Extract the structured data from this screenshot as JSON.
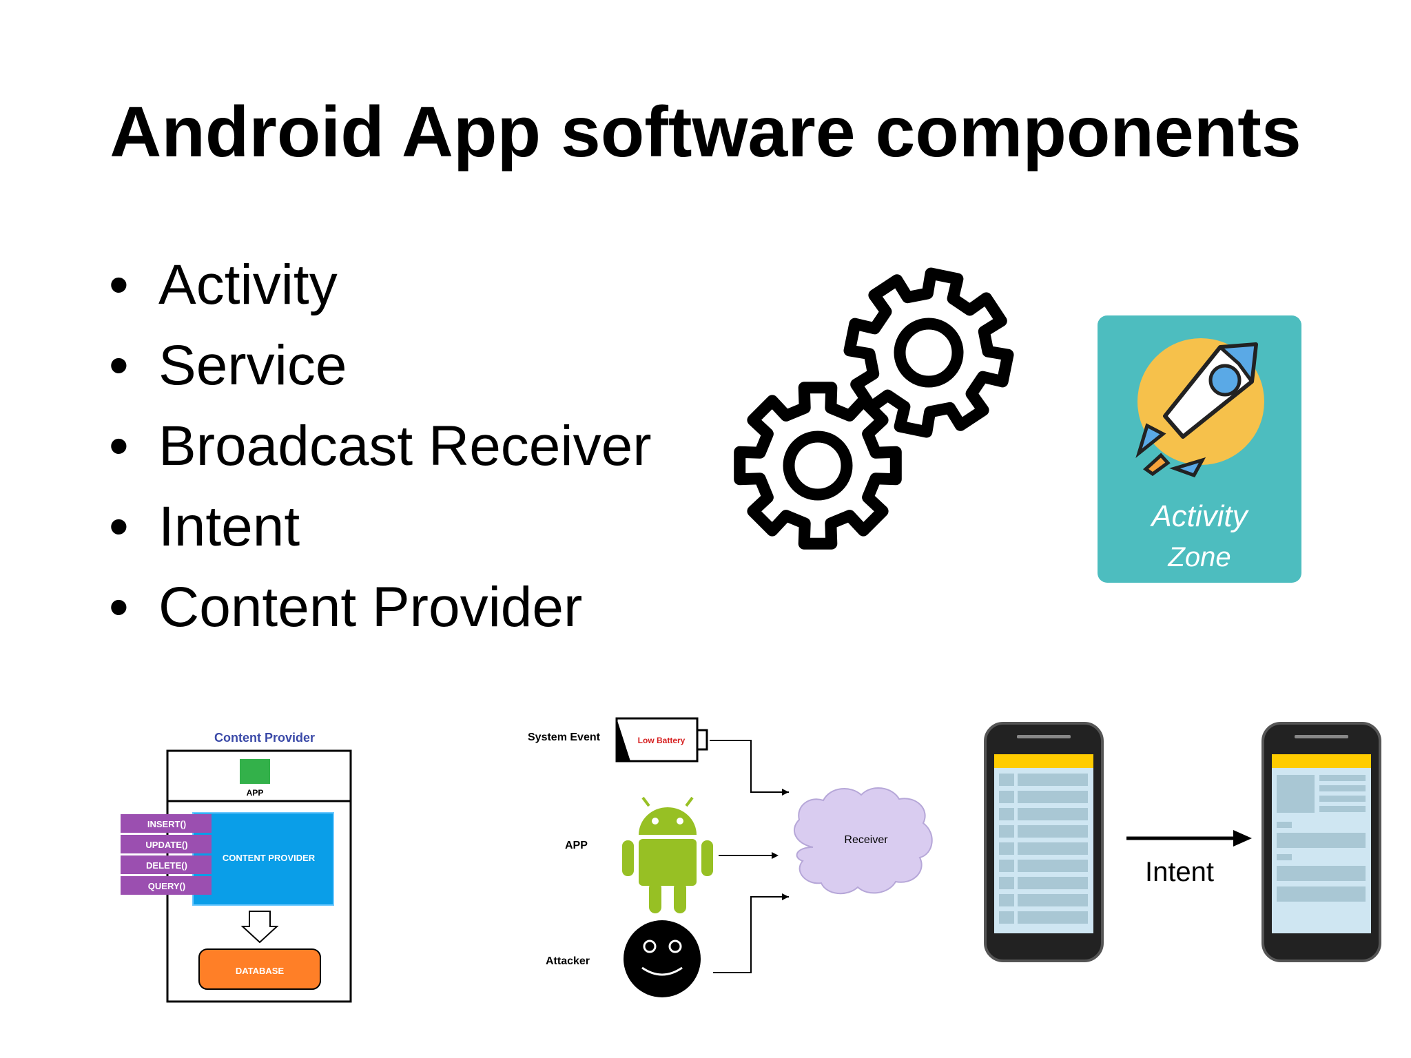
{
  "title": "Android App software components",
  "bullets": [
    "Activity",
    "Service",
    "Broadcast Receiver",
    "Intent",
    "Content Provider"
  ],
  "badge": {
    "line1": "Activity",
    "line2": "Zone",
    "bg_color": "#4dbdbf"
  },
  "content_provider_diagram": {
    "title": "Content Provider",
    "app_label": "APP",
    "box_label": "CONTENT PROVIDER",
    "methods": [
      "INSERT()",
      "UPDATE()",
      "DELETE()",
      "QUERY()"
    ],
    "database_label": "DATABASE",
    "colors": {
      "title": "#3b4aa8",
      "app": "#33b14a",
      "provider": "#0a9ee8",
      "methods": "#9b4fb0",
      "database": "#ff7f27"
    }
  },
  "broadcast_diagram": {
    "system_event_label": "System Event",
    "battery_text": "Low Battery",
    "app_label": "APP",
    "attacker_label": "Attacker",
    "receiver_label": "Receiver",
    "colors": {
      "android": "#97c024",
      "cloud": "#d9ccf0",
      "battery_text": "#d62020"
    }
  },
  "intent_diagram": {
    "label": "Intent",
    "colors": {
      "screen": "#cfe6f2",
      "header": "#ffcc00"
    }
  }
}
